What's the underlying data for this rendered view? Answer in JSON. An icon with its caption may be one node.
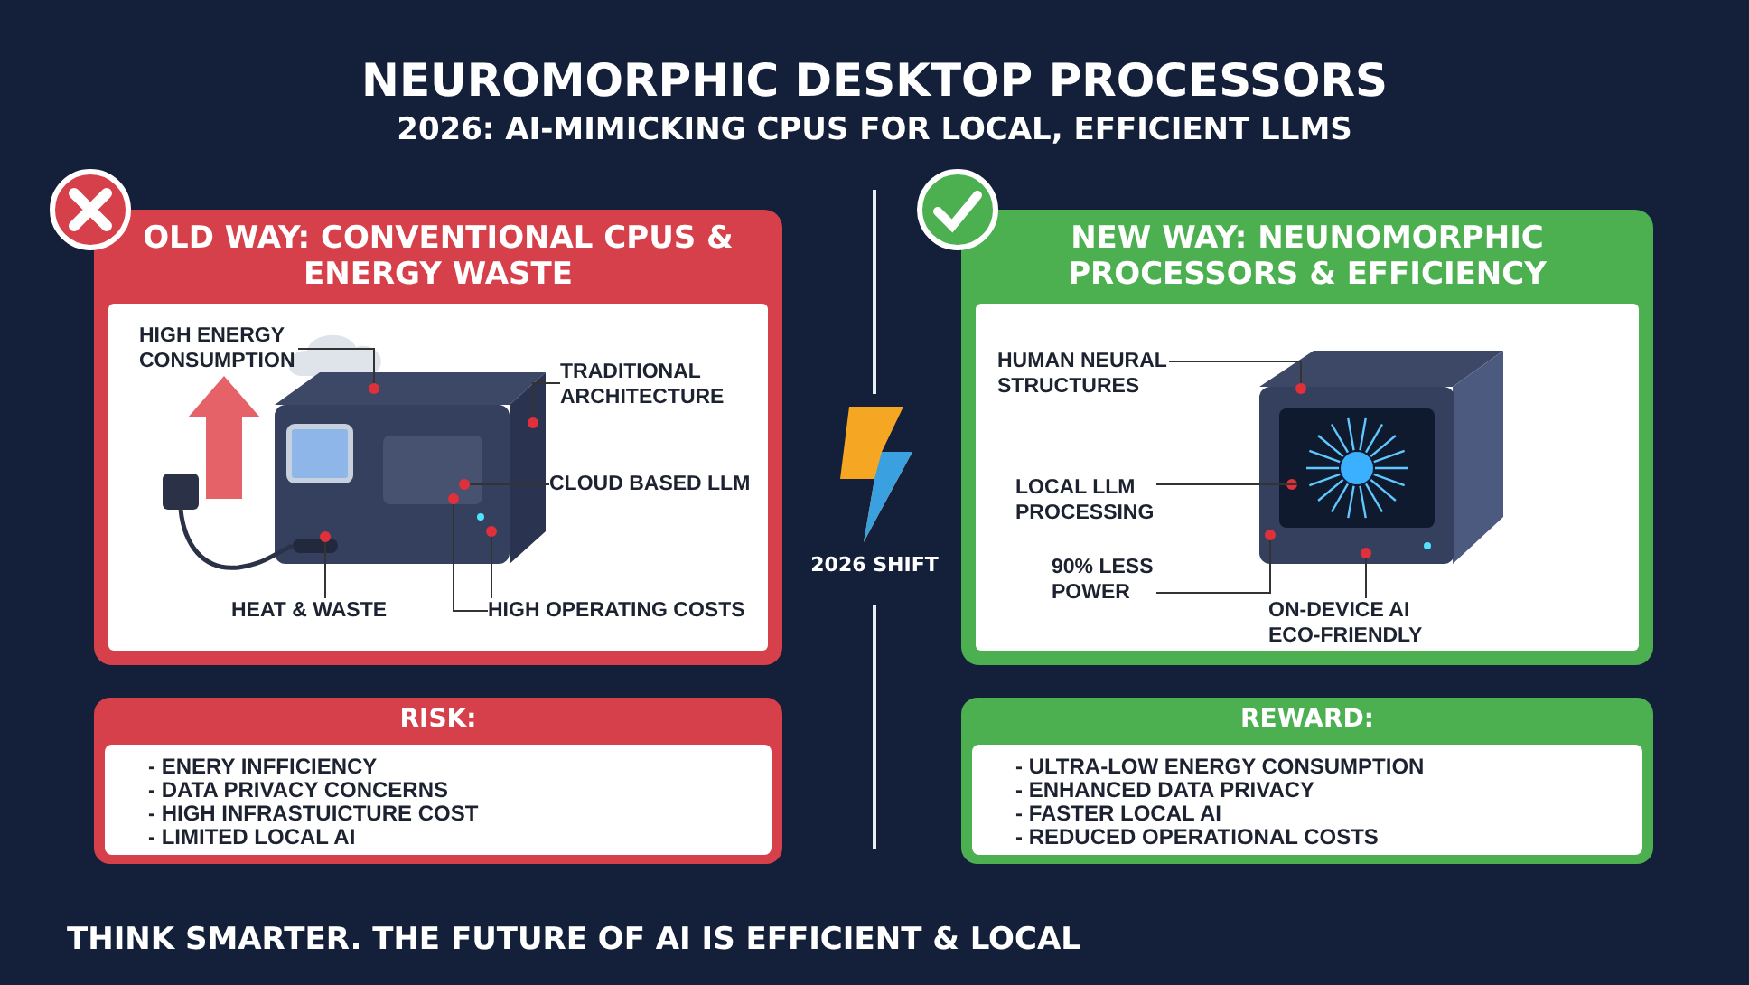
{
  "diagram": {
    "title": "NEUROMORPHIC DESKTOP PROCESSORS",
    "nodes": [
      {
        "text": [
          "OLD WAY: CONVENTIONAL CPUS & ENERGY WASTE"
        ]
      },
      {
        "text": [
          "HIGH ENERGY CONSUMPTION"
        ],
        "in": 0
      },
      {
        "text": [
          "TRADITIONAL ARCHITECTURE"
        ],
        "in": 0
      },
      {
        "text": [
          "CLOUD BASED LLM"
        ],
        "in": 0
      },
      {
        "text": [
          "HEAT & WASTE"
        ],
        "in": 0
      },
      {
        "text": [
          "HIGH OPERATING COSTS"
        ],
        "in": 0
      },
      {
        "text": [
          "NEW WAY: NEUNOMORPHIC PROCESSORS & EFFICIENCY"
        ]
      },
      {
        "text": [
          "HUMAN NEURAL STRUCTURES"
        ],
        "in": 6
      },
      {
        "text": [
          "LOCAL LLM PROCESSING"
        ],
        "in": 6
      },
      {
        "text": [
          "90% LESS POWER"
        ],
        "in": 6
      },
      {
        "text": [
          "ON-DEVICE AI ECO-FRIENDLY"
        ],
        "in": 6
      },
      {
        "text": [
          "RISK:",
          "- ENERY INFFICIENCY",
          "- DATA PRIVACY CONCERNS",
          "- HIGH INFRASTUICTURE COST",
          "- LIMITED LOCAL AI"
        ]
      },
      {
        "text": [
          "REWARD:",
          "- ULTRA-LOW ENERGY CONSUMPTION",
          "- ENHANCED DATA PRIVACY",
          "- FASTER LOCAL AI",
          "- REDUCED OPERATIONAL COSTS"
        ]
      }
    ],
    "edges": [
      {
        "from": 1,
        "to": null,
        "arrow": "none"
      },
      {
        "from": 2,
        "to": null,
        "arrow": "none"
      },
      {
        "from": 3,
        "to": null,
        "arrow": "none"
      },
      {
        "from": 4,
        "to": null,
        "arrow": "none"
      },
      {
        "from": 5,
        "to": null,
        "arrow": "none"
      },
      {
        "from": 5,
        "to": null,
        "arrow": "none"
      },
      {
        "from": 7,
        "to": null,
        "arrow": "none"
      },
      {
        "from": 8,
        "to": null,
        "arrow": "none"
      },
      {
        "from": 9,
        "to": null,
        "arrow": "none"
      },
      {
        "from": 10,
        "to": null,
        "arrow": "none"
      }
    ],
    "labels": [
      "2026: AI-MIMICKING CPUS FOR LOCAL, EFFICIENT LLMS",
      "2026 SHIFT",
      "THINK SMARTER. THE FUTURE OF AI IS EFFICIENT & LOCAL"
    ]
  }
}
